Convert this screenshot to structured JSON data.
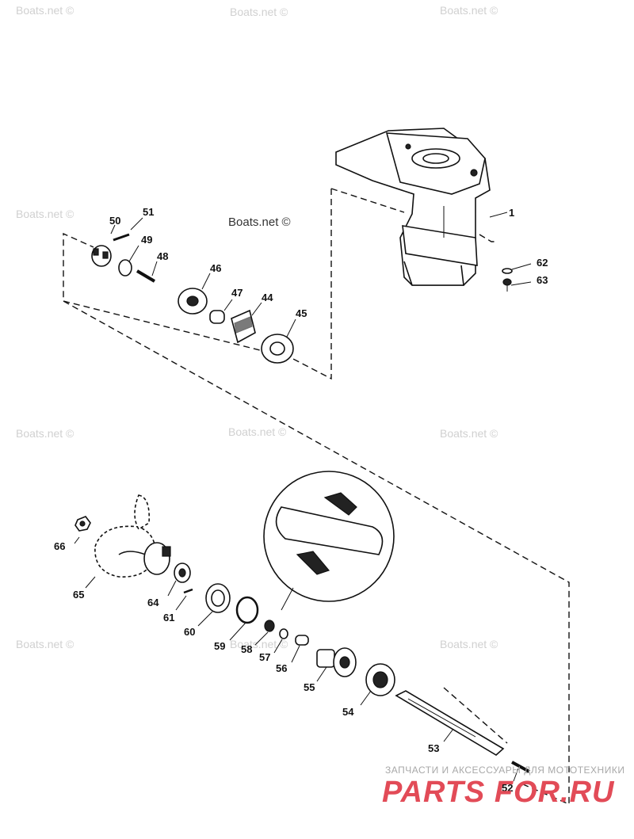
{
  "watermarks": {
    "light": "Boats.net ©",
    "dark": "Boats.net ©"
  },
  "callouts": [
    {
      "id": "1"
    },
    {
      "id": "44"
    },
    {
      "id": "45"
    },
    {
      "id": "46"
    },
    {
      "id": "47"
    },
    {
      "id": "48"
    },
    {
      "id": "49"
    },
    {
      "id": "50"
    },
    {
      "id": "51"
    },
    {
      "id": "52"
    },
    {
      "id": "53"
    },
    {
      "id": "54"
    },
    {
      "id": "55"
    },
    {
      "id": "56"
    },
    {
      "id": "57"
    },
    {
      "id": "58"
    },
    {
      "id": "59"
    },
    {
      "id": "60"
    },
    {
      "id": "61"
    },
    {
      "id": "62"
    },
    {
      "id": "63"
    },
    {
      "id": "64"
    },
    {
      "id": "65"
    },
    {
      "id": "66"
    }
  ],
  "banner": {
    "subtitle": "ЗАПЧАСТИ И АКСЕССУАРЫ ДЛЯ МОТОТЕХНИКИ",
    "brand": "PARTS FOR.RU"
  },
  "colors": {
    "line": "#111111",
    "watermark": "#d0d0d0",
    "brand": "#e24b57"
  }
}
